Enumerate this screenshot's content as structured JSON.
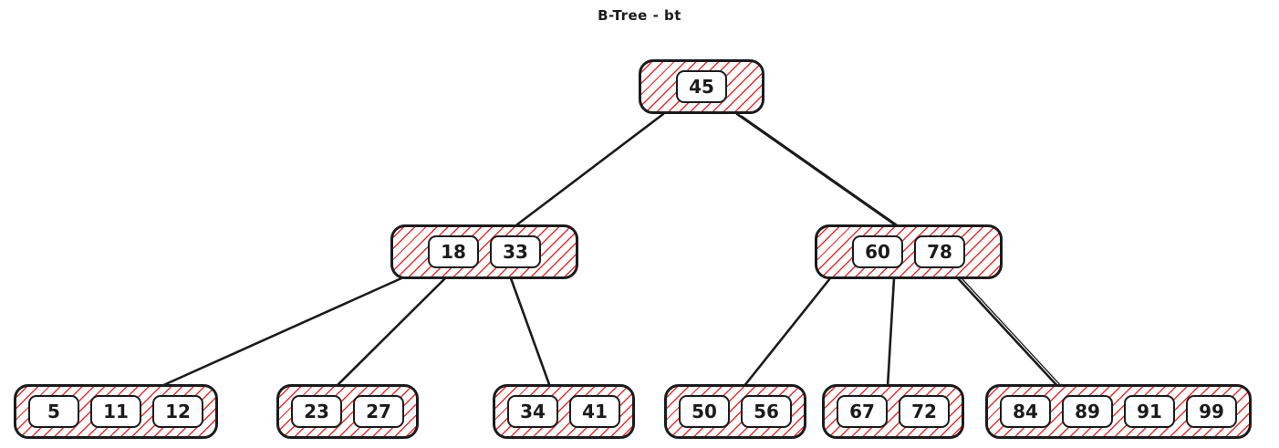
{
  "title": "B-Tree - bt",
  "colors": {
    "stroke": "#1b1b1b",
    "hatch_red": "#e03131",
    "key_fill": "#ffffff",
    "background": "#ffffff"
  },
  "tree": {
    "root": {
      "keys": [
        "45"
      ]
    },
    "internal": [
      {
        "keys": [
          "18",
          "33"
        ]
      },
      {
        "keys": [
          "60",
          "78"
        ]
      }
    ],
    "leaves": [
      {
        "keys": [
          "5",
          "11",
          "12"
        ]
      },
      {
        "keys": [
          "23",
          "27"
        ]
      },
      {
        "keys": [
          "34",
          "41"
        ]
      },
      {
        "keys": [
          "50",
          "56"
        ]
      },
      {
        "keys": [
          "67",
          "72"
        ]
      },
      {
        "keys": [
          "84",
          "89",
          "91",
          "99"
        ]
      }
    ]
  }
}
